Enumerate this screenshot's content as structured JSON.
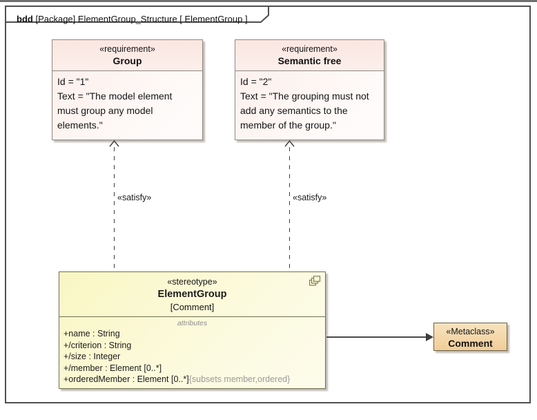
{
  "frame": {
    "keyword": "bdd",
    "title": "[Package] ElementGroup_Structure [ ElementGroup ]"
  },
  "requirements": [
    {
      "stereotype": "«requirement»",
      "name": "Group",
      "id_line": "Id = \"1\"",
      "text_line": "Text = \"The model element must group any model elements.\""
    },
    {
      "stereotype": "«requirement»",
      "name": "Semantic free",
      "id_line": "Id = \"2\"",
      "text_line": "Text = \"The grouping must not add any semantics to the member of the group.\""
    }
  ],
  "satisfy": {
    "label": "«satisfy»"
  },
  "stereotype_block": {
    "stereotype": "«stereotype»",
    "name": "ElementGroup",
    "base": "[Comment]",
    "compartment": "attributes",
    "attributes": [
      "+name : String",
      "+/criterion : String",
      "+/size : Integer",
      "+/member : Element [0..*]",
      "+orderedMember : Element [0..*]"
    ],
    "attribute_suffix": "{subsets member,ordered}"
  },
  "metaclass": {
    "stereotype": "«Metaclass»",
    "name": "Comment"
  },
  "colors": {
    "frame_border": "#4f4f4f",
    "requirement_header": "#fae6e1",
    "requirement_body": "#fefbfa",
    "requirement_border": "#90887d",
    "stereotype_fill": "#f9f6c3",
    "stereotype_border": "#6f6f50",
    "metaclass_fill_top": "#f8e3bf",
    "metaclass_fill_bottom": "#f0cd99",
    "connector": "#3c3c3c",
    "muted_text": "#9a9a9a"
  }
}
